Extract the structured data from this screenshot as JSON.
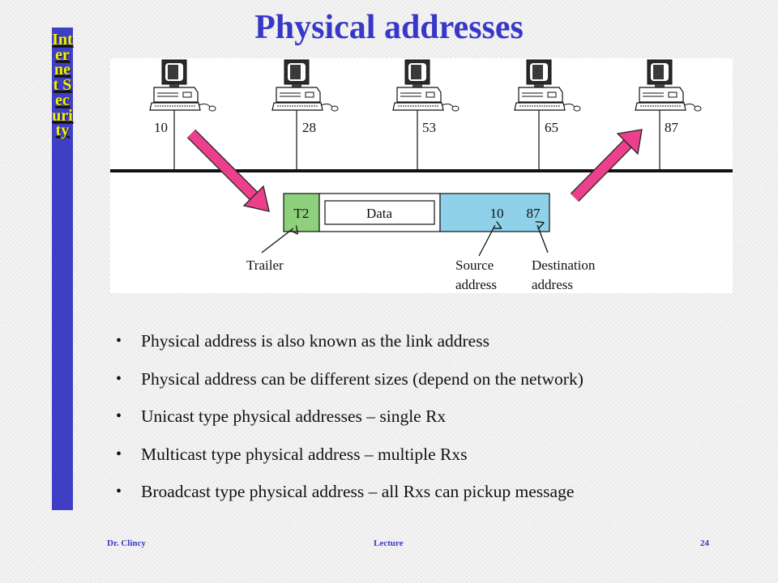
{
  "title": "Physical addresses",
  "sidebar": {
    "text": "Internet Security"
  },
  "figure": {
    "stations": [
      "10",
      "28",
      "53",
      "65",
      "87"
    ],
    "frame": {
      "trailer": "T2",
      "data": "Data",
      "source": "10",
      "destination": "87"
    },
    "labels": {
      "trailer": "Trailer",
      "source_line1": "Source",
      "source_line2": "address",
      "dest_line1": "Destination",
      "dest_line2": "address"
    },
    "colors": {
      "arrow": "#ec3f8c",
      "trailer_box": "#8fd07c",
      "address_box": "#8fd1e8"
    }
  },
  "bullets": [
    "Physical address is also known as the link address",
    "Physical address can be different sizes (depend on the network)",
    "Unicast type physical addresses – single Rx",
    "Multicast type physical address – multiple Rxs",
    "Broadcast type physical address – all Rxs can pickup message"
  ],
  "bullet_symbol": "•",
  "footer": {
    "author": "Dr. Clincy",
    "center": "Lecture",
    "page": "24"
  }
}
